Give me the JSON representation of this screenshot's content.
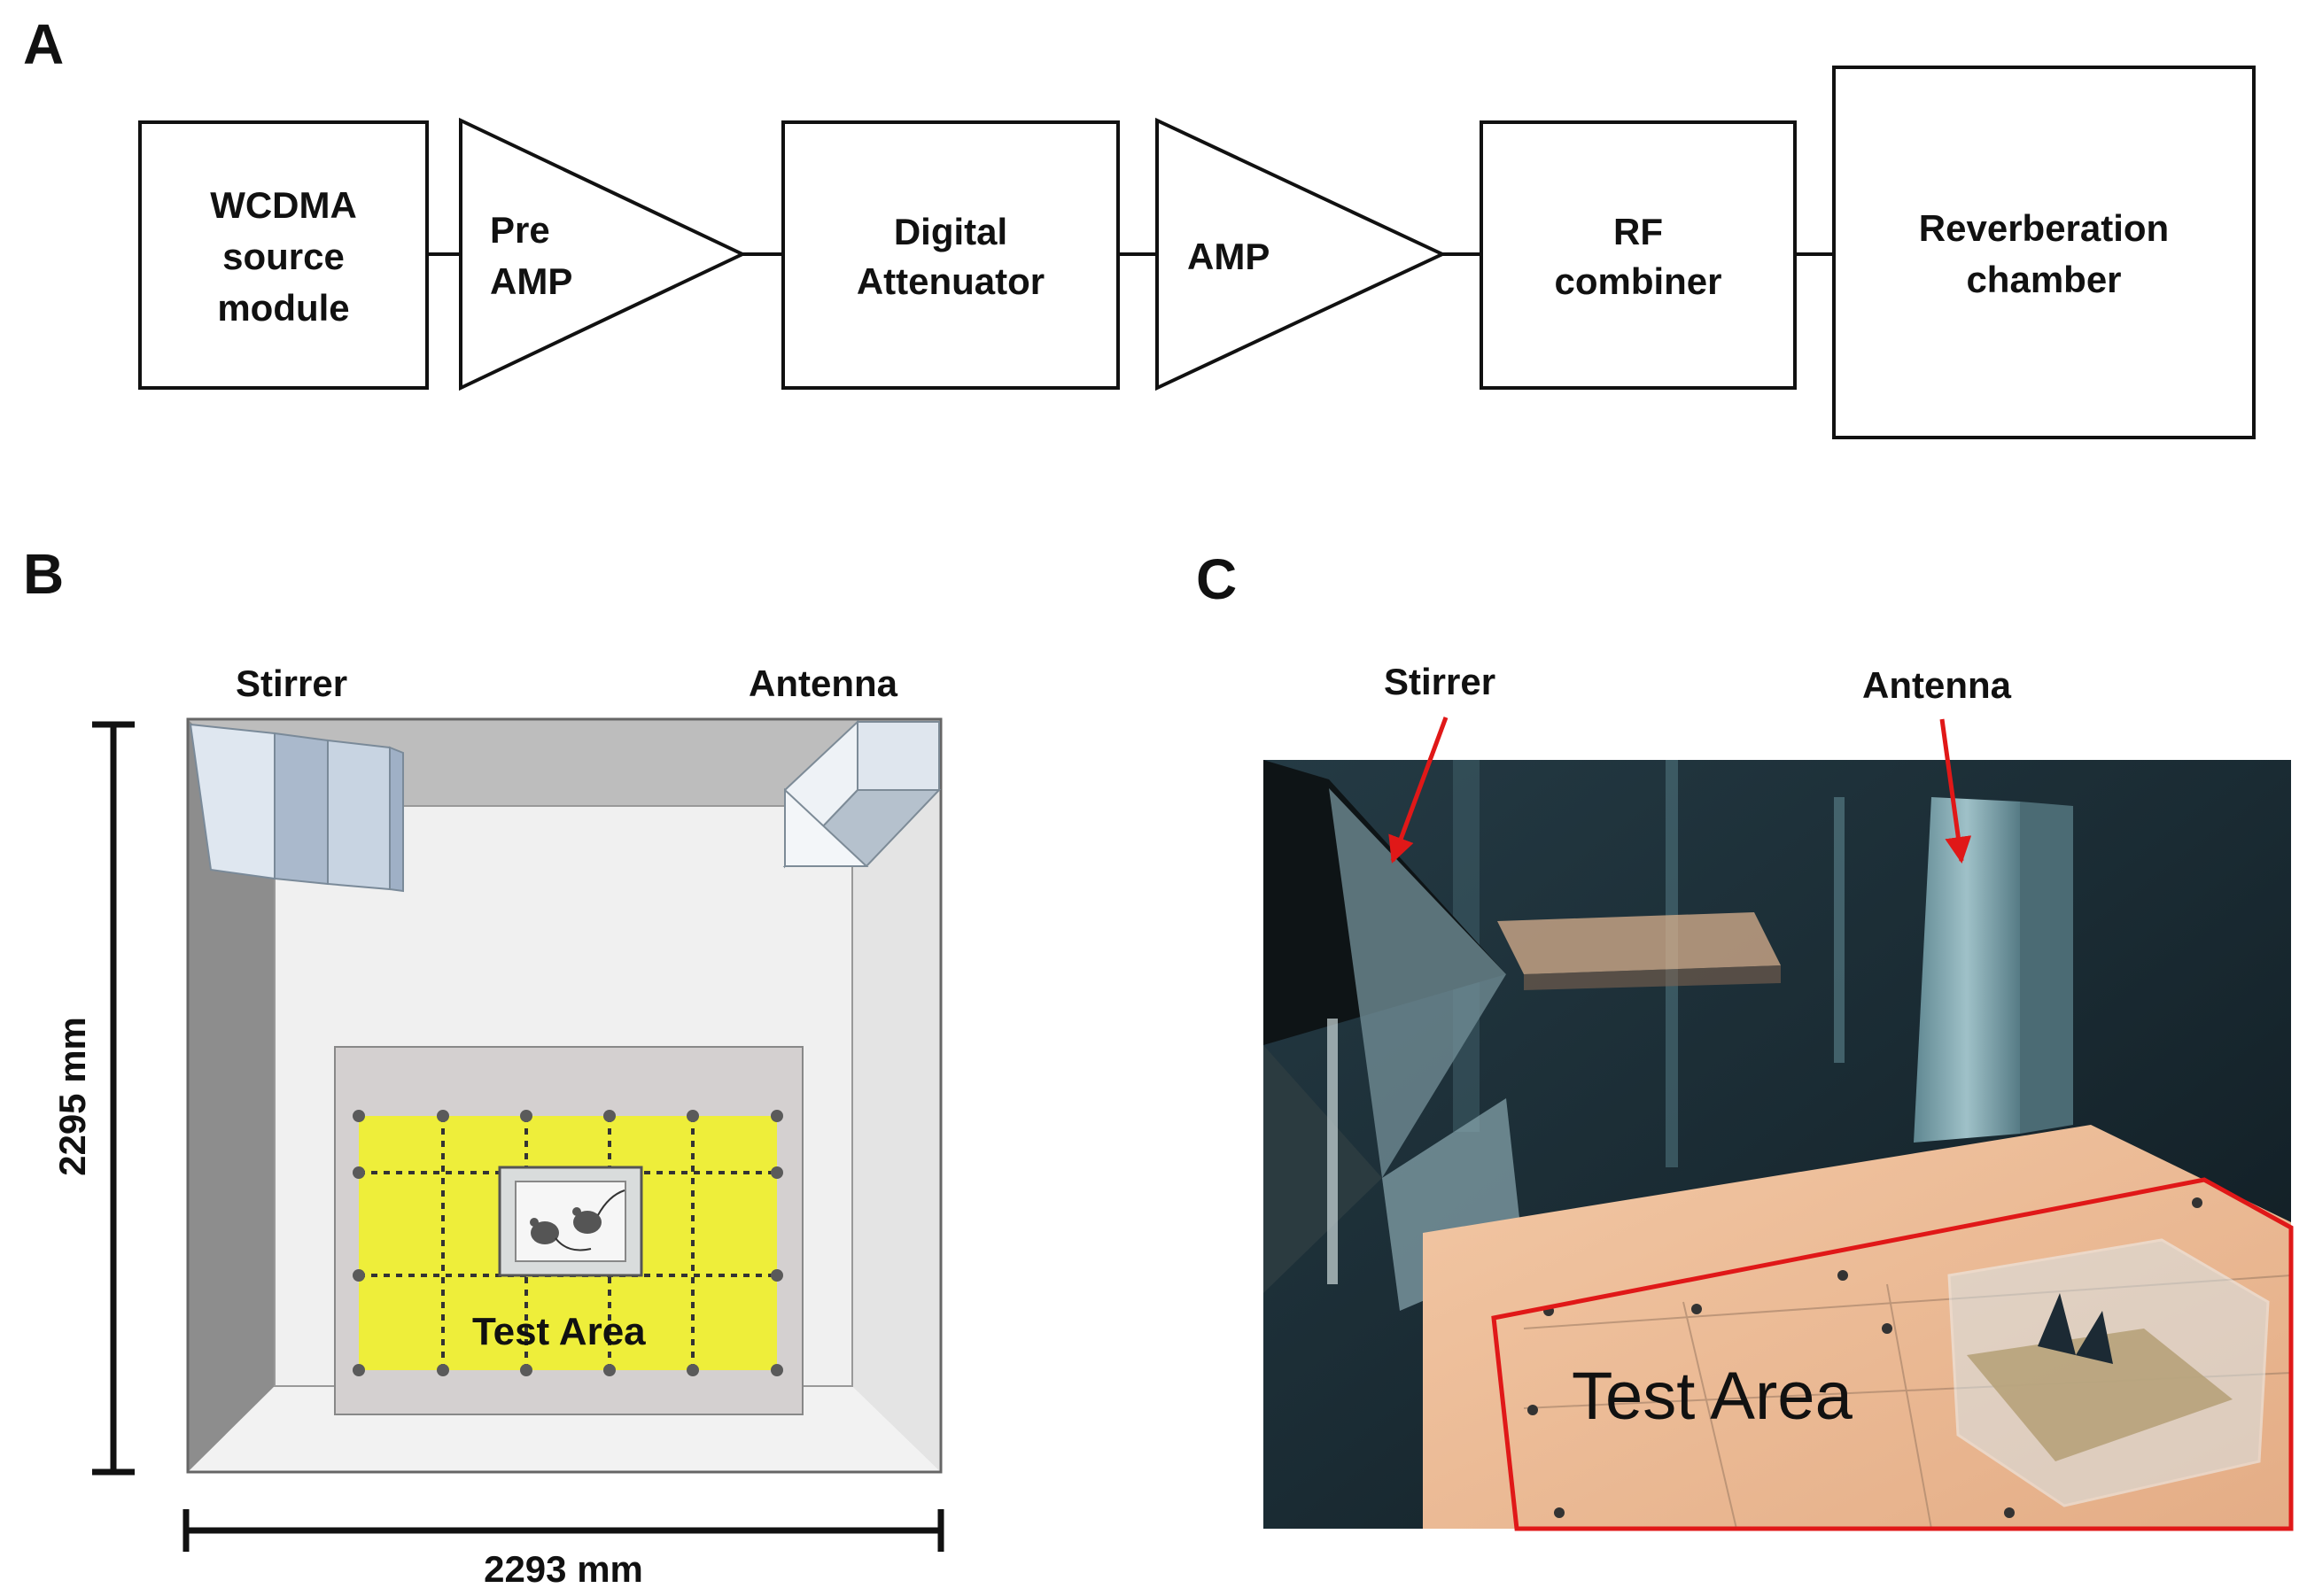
{
  "panels": {
    "a": "A",
    "b": "B",
    "c": "C"
  },
  "block_diagram": {
    "source": [
      "WCDMA",
      "source",
      "module"
    ],
    "preamp": [
      "Pre",
      "AMP"
    ],
    "attenuator": [
      "Digital",
      "Attenuator"
    ],
    "amp": [
      "AMP"
    ],
    "combiner": [
      "RF",
      "combiner"
    ],
    "chamber": [
      "Reverberation",
      "chamber"
    ]
  },
  "schematic": {
    "stirrer_label": "Stirrer",
    "antenna_label": "Antenna",
    "height_label": "2295 mm",
    "width_label": "2293 mm",
    "test_area_label": "Test Area"
  },
  "photo": {
    "stirrer_label": "Stirrer",
    "antenna_label": "Antenna",
    "test_area_label": "Test Area"
  },
  "colors": {
    "test_area_yellow": "#eeee3a",
    "outline_red": "#e01818",
    "photo_dark": "#1c2e36",
    "table_tan": "#e9b793"
  }
}
